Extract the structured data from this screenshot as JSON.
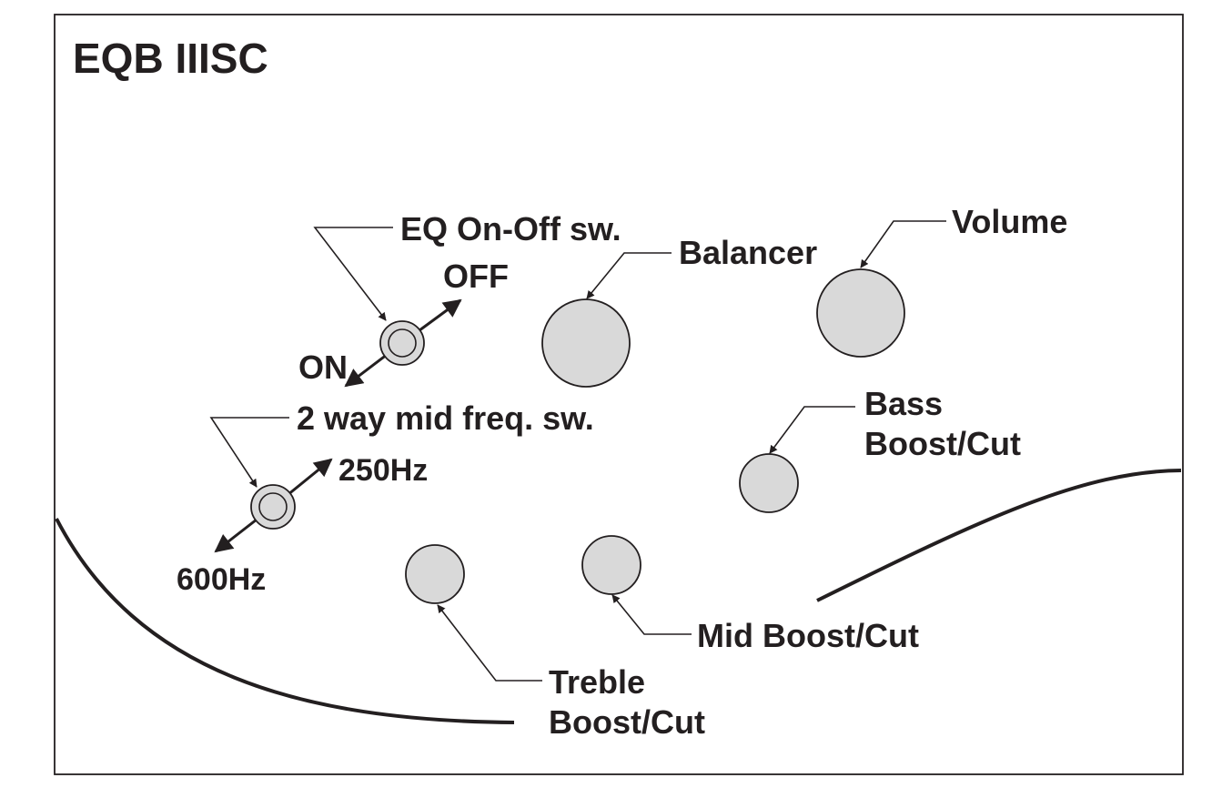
{
  "title": "EQB IIISC",
  "labels": {
    "eq_switch": "EQ On-Off sw.",
    "off": "OFF",
    "on": "ON",
    "mid_freq_switch": "2 way mid freq. sw.",
    "freq_250": "250Hz",
    "freq_600": "600Hz",
    "balancer": "Balancer",
    "volume": "Volume",
    "bass_line1": "Bass",
    "bass_line2": "Boost/Cut",
    "mid": "Mid Boost/Cut",
    "treble_line1": "Treble",
    "treble_line2": "Boost/Cut"
  },
  "colors": {
    "ink": "#231f20",
    "knob_fill": "#d9d9d9",
    "background": "#ffffff"
  }
}
